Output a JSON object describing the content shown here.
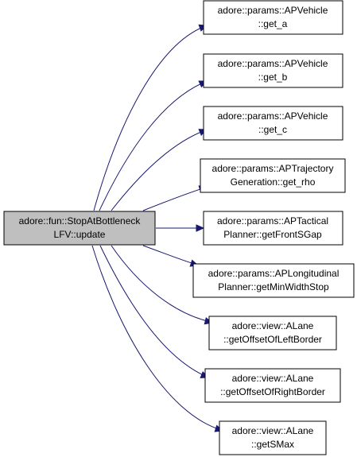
{
  "diagram": {
    "type": "call-graph",
    "colors": {
      "edge": "#191970",
      "root_fill": "#bfbfbf",
      "node_fill": "#ffffff",
      "node_border": "#000000"
    },
    "root": {
      "id": "update",
      "lines": [
        "adore::fun::StopAtBottleneck",
        "LFV::update"
      ]
    },
    "callees": [
      {
        "id": "get_a",
        "lines": [
          "adore::params::APVehicle",
          "::get_a"
        ]
      },
      {
        "id": "get_b",
        "lines": [
          "adore::params::APVehicle",
          "::get_b"
        ]
      },
      {
        "id": "get_c",
        "lines": [
          "adore::params::APVehicle",
          "::get_c"
        ]
      },
      {
        "id": "get_rho",
        "lines": [
          "adore::params::APTrajectory",
          "Generation::get_rho"
        ]
      },
      {
        "id": "getFrontSGap",
        "lines": [
          "adore::params::APTactical",
          "Planner::getFrontSGap"
        ]
      },
      {
        "id": "getMinWidthStop",
        "lines": [
          "adore::params::APLongitudinal",
          "Planner::getMinWidthStop"
        ]
      },
      {
        "id": "getOffsetOfLeftBorder",
        "lines": [
          "adore::view::ALane",
          "::getOffsetOfLeftBorder"
        ]
      },
      {
        "id": "getOffsetOfRightBorder",
        "lines": [
          "adore::view::ALane",
          "::getOffsetOfRightBorder"
        ]
      },
      {
        "id": "getSMax",
        "lines": [
          "adore::view::ALane",
          "::getSMax"
        ]
      }
    ]
  }
}
